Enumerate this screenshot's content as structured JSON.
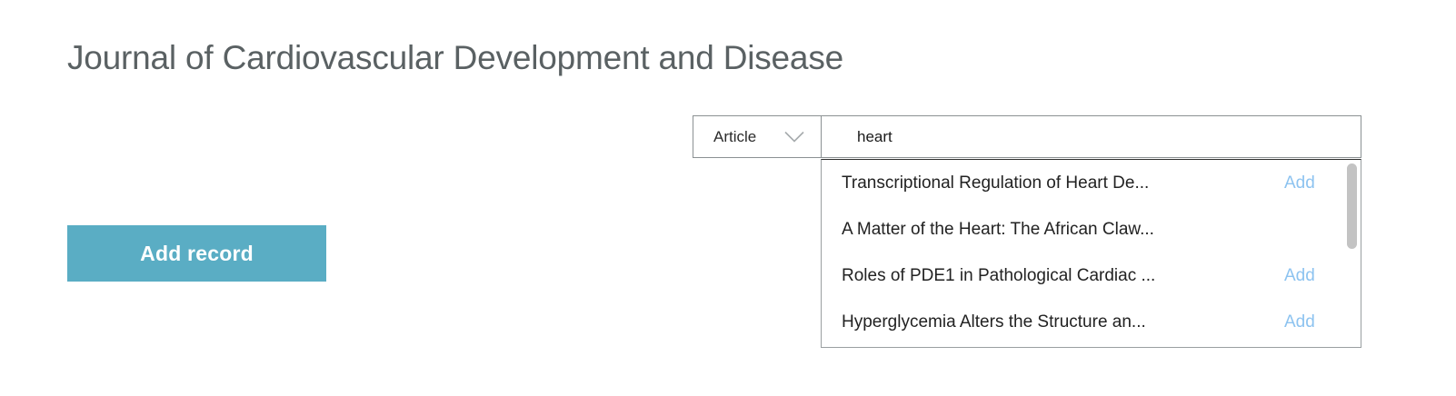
{
  "page": {
    "title": "Journal of Cardiovascular Development and Disease",
    "background_color": "#ffffff",
    "title_color": "#5a6163"
  },
  "actions": {
    "add_record_label": "Add record",
    "add_record_color": "#5aadc4"
  },
  "search": {
    "type_filter": {
      "selected": "Article",
      "icon": "chevron-down-icon"
    },
    "query": "heart",
    "placeholder": "",
    "results": [
      {
        "title": "Transcriptional Regulation of Heart De...",
        "add_label": "Add",
        "has_add": true
      },
      {
        "title": "A Matter of the Heart: The African Claw...",
        "add_label": "",
        "has_add": false
      },
      {
        "title": "Roles of PDE1 in Pathological Cardiac ...",
        "add_label": "Add",
        "has_add": true
      },
      {
        "title": "Hyperglycemia Alters the Structure an...",
        "add_label": "Add",
        "has_add": true
      }
    ],
    "add_link_color": "#8dc3f0",
    "scrollbar": {
      "thumb_color": "#c3c3c3",
      "thumb_position_percent": 0
    }
  }
}
